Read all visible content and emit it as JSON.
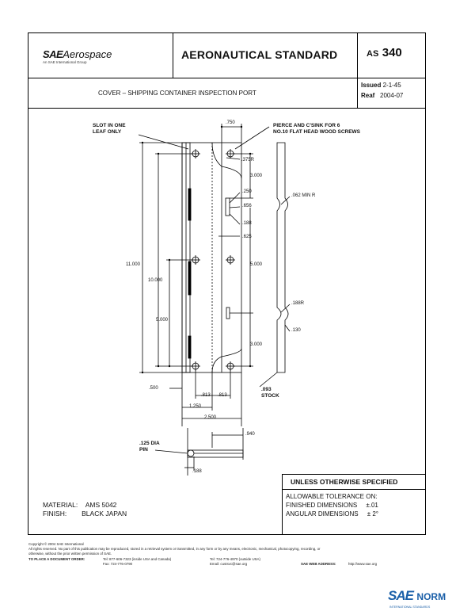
{
  "header": {
    "logo": {
      "brand": "SAE",
      "name": "Aerospace",
      "subtitle": "An SAE International Group"
    },
    "standard_title": "AERONAUTICAL STANDARD",
    "standard_prefix": "AS",
    "standard_number": "340"
  },
  "title_row": {
    "document_title": "COVER – SHIPPING CONTAINER INSPECTION PORT",
    "issued_label": "Issued",
    "issued_value": "2-1-45",
    "reaf_label": "Reaf",
    "reaf_value": "2004-07"
  },
  "drawing": {
    "notes": {
      "slot": [
        "SLOT IN ONE",
        "LEAF ONLY"
      ],
      "pierce": [
        "PIERCE AND C'SINK FOR 6",
        "NO.10 FLAT HEAD WOOD SCREWS"
      ],
      "stock": [
        ".093",
        "STOCK"
      ],
      "pin": [
        ".125 DIA",
        "PIN"
      ]
    },
    "dimensions": {
      "d750": ".750",
      "d375r": ".375R",
      "d3000_top": "3.000",
      "d250": ".250",
      "d656": ".656",
      "d188": ".188",
      "d625": ".625",
      "d5000_right": "5.000",
      "d3000_bottom": "3.000",
      "d11000": "11.000",
      "d10000": "10.000",
      "d5000_left": "5.000",
      "d500": ".500",
      "d813a": ".813",
      "d813b": ".813",
      "d1250": "1.250",
      "d2500": "2.500",
      "d940": ".940",
      "d188b": ".188",
      "d062r": ".062 MIN R",
      "d188r": ".188R",
      "d130": ".130"
    }
  },
  "tolerance": {
    "heading": "UNLESS OTHERWISE SPECIFIED",
    "line1": "ALLOWABLE TOLERANCE ON:",
    "line2_label": "FINISHED DIMENSIONS",
    "line2_value": "±.01",
    "line3_label": "ANGULAR DIMENSIONS",
    "line3_value": "± 2°"
  },
  "material": {
    "material_label": "MATERIAL:",
    "material_value": "AMS 5042",
    "finish_label": "FINISH:",
    "finish_value": "BLACK JAPAN"
  },
  "footer": {
    "copyright": "Copyright © 2004 SAE International",
    "rights": "All rights reserved. No part of this publication may be reproduced, stored in a retrieval system or transmitted, in any form or by any means, electronic, mechanical, photocopying, recording, or",
    "rights2": "otherwise, without the prior written permission of SAE.",
    "order_label": "TO PLACE A DOCUMENT ORDER:",
    "tel1": "Tel:  877-606-7323 (inside USA and Canada)",
    "tel2": "Tel:  724-776-4970 (outside USA)",
    "fax": "Fax:  724-776-0790",
    "email": "Email:  custsvc@sae.org",
    "web_label": "SAE WEB ADDRESS:",
    "web": "http://www.sae.org"
  },
  "watermark": {
    "brand": "SAE",
    "name": "SAE NORM",
    "sub": "INTERNATIONAL     STANDARDS"
  }
}
